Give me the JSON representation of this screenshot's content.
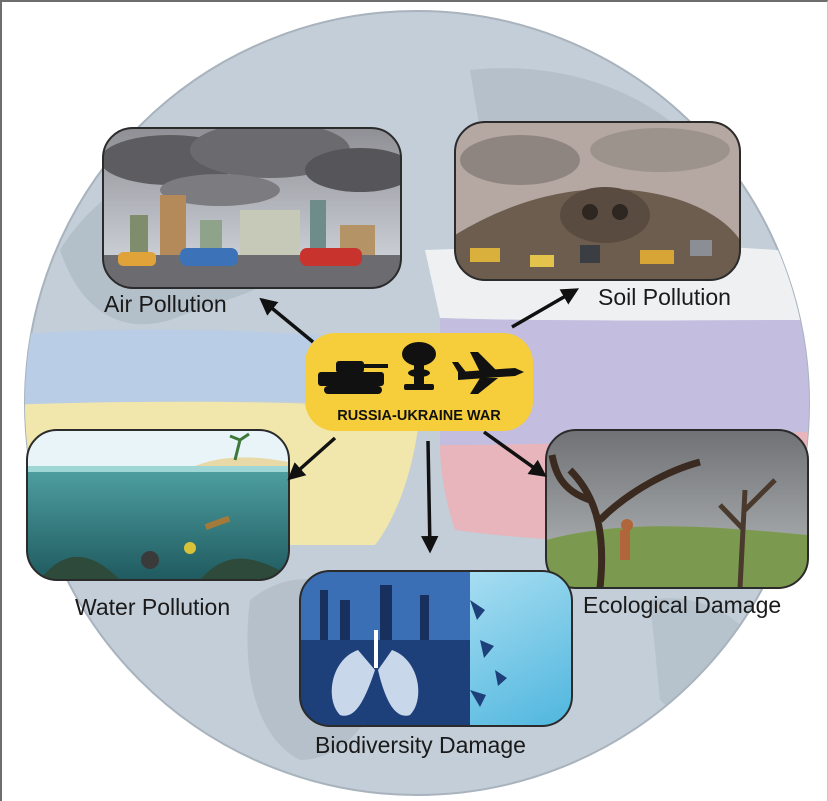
{
  "hub": {
    "label": "RUSSIA-UKRAINE WAR"
  },
  "impacts": [
    {
      "key": "air",
      "label": "Air Pollution"
    },
    {
      "key": "soil",
      "label": "Soil Pollution"
    },
    {
      "key": "water",
      "label": "Water Pollution"
    },
    {
      "key": "ecological",
      "label": "Ecological Damage"
    },
    {
      "key": "biodiversity",
      "label": "Biodiversity Damage"
    }
  ],
  "colors": {
    "globe": "#c3ced8",
    "ukraine_blue": "#b9cde6",
    "ukraine_yellow": "#f1e7ac",
    "russia_white": "#eef0f2",
    "russia_blue": "#c3bde0",
    "russia_red": "#e7b5bb",
    "hub_fill": "#f6cd3a",
    "arrow": "#111111"
  }
}
